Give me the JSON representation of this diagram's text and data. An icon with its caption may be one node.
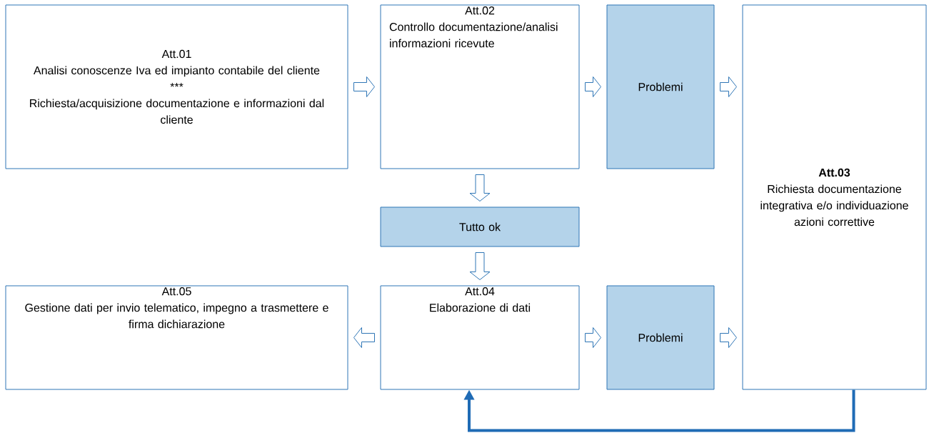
{
  "diagram": {
    "nodes": [
      {
        "text": [
          "Att.01",
          "Analisi conoscenze Iva ed impianto contabile del cliente",
          "***",
          "Richiesta/acquisizione documentazione e informazioni dal cliente"
        ]
      },
      {
        "text": [
          "Att.02",
          "Controllo documentazione/analisi informazioni ricevute"
        ]
      },
      {
        "text": [
          "Problemi"
        ]
      },
      {
        "text": [
          "Att.03",
          "Richiesta documentazione integrativa e/o individuazione azioni correttive"
        ]
      },
      {
        "text": [
          "Tutto ok"
        ]
      },
      {
        "text": [
          "Att.05",
          "Gestione dati per invio telematico, impegno a trasmettere e firma dichiarazione"
        ]
      },
      {
        "text": [
          "Att.04",
          "Elaborazione di dati"
        ]
      },
      {
        "text": [
          "Problemi"
        ]
      }
    ],
    "edges": [
      {
        "from": 0,
        "to": 1,
        "arrow": "to"
      },
      {
        "from": 1,
        "to": 2,
        "arrow": "to"
      },
      {
        "from": 2,
        "to": 3,
        "arrow": "to"
      },
      {
        "from": 1,
        "to": 4,
        "arrow": "to"
      },
      {
        "from": 4,
        "to": 6,
        "arrow": "to"
      },
      {
        "from": 6,
        "to": 7,
        "arrow": "to"
      },
      {
        "from": 7,
        "to": 3,
        "arrow": "to"
      },
      {
        "from": 6,
        "to": 5,
        "arrow": "to"
      },
      {
        "from": 3,
        "to": 6,
        "arrow": "to",
        "color": "#1f6bb5"
      }
    ]
  }
}
